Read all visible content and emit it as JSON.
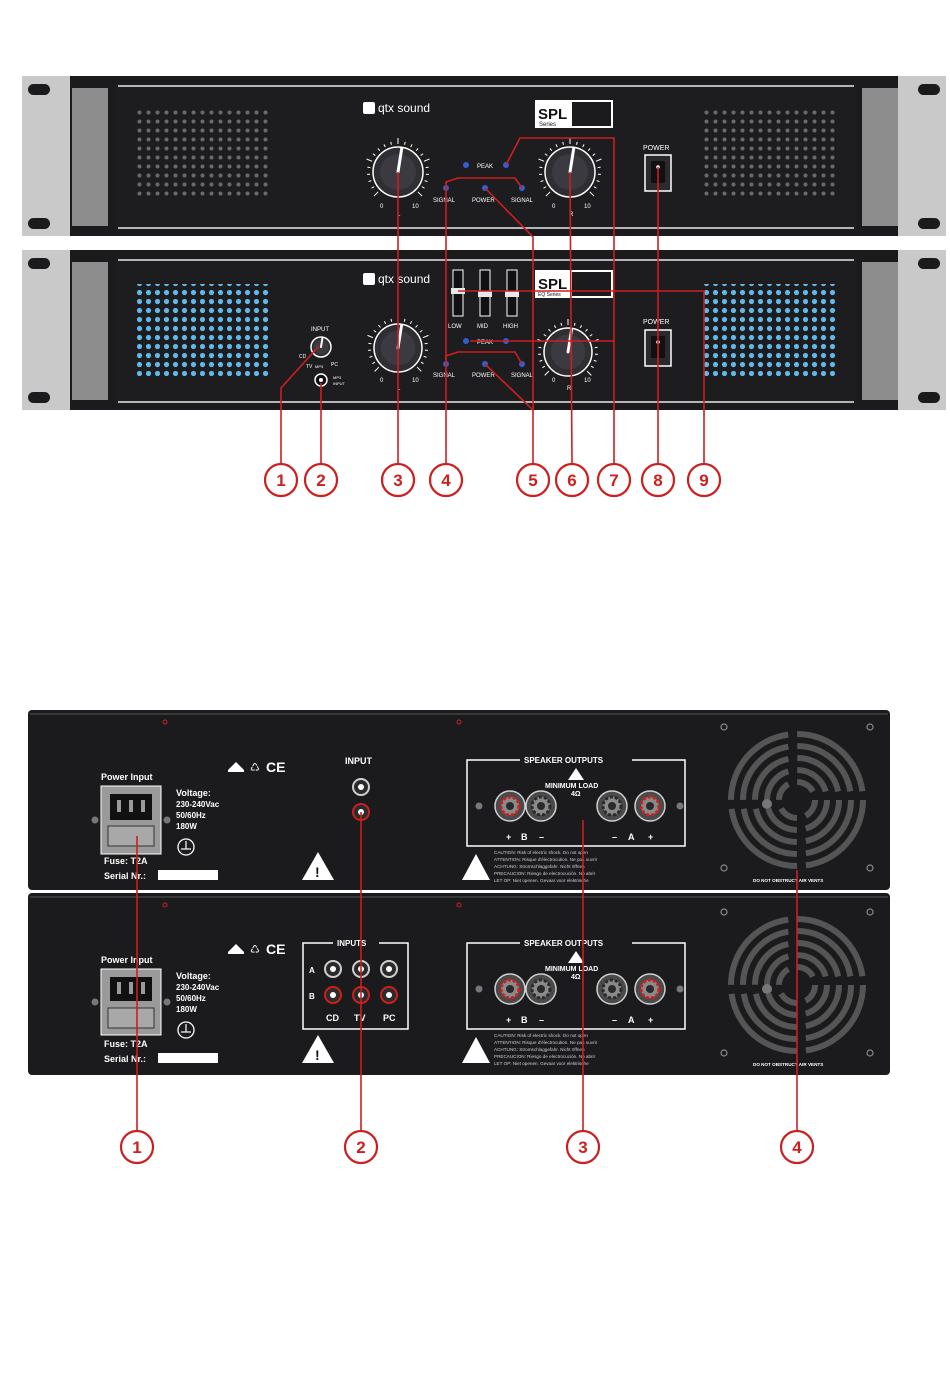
{
  "colors": {
    "panel": "#1b1b1d",
    "ear": "#c9c9c9",
    "handle": "#8d8d8d",
    "accent_red": "#cc1f1f",
    "led_blue": "#2f5fd0",
    "vent_blue": "#5fb8e8"
  },
  "icons": [
    "knob-icon",
    "led-icon",
    "power-switch-icon",
    "speaker-terminal-icon",
    "rca-jack-icon",
    "iec-socket-icon",
    "warning-triangle-icon",
    "fan-grille-icon",
    "ground-icon"
  ],
  "front": {
    "brand": "qtx sound",
    "series_logo": "SPL",
    "series_sub": "Series",
    "unit1": {
      "labels": {
        "peak": "PEAK",
        "signal_l": "SIGNAL",
        "power": "POWER",
        "signal_r": "SIGNAL",
        "channel_l": "L",
        "channel_r": "R",
        "min": "0",
        "max": "10",
        "power_switch": "POWER"
      }
    },
    "unit2": {
      "labels": {
        "peak": "PEAK",
        "signal_l": "SIGNAL",
        "power": "POWER",
        "signal_r": "SIGNAL",
        "channel_l": "L",
        "channel_r": "R",
        "min": "0",
        "max": "10",
        "power_switch": "POWER",
        "input": "INPUT",
        "cd": "CD",
        "tv": "TV",
        "mp3": "MP3",
        "pc": "PC",
        "mp3_input_1": "MP3",
        "mp3_input_2": "INPUT",
        "low": "LOW",
        "mid": "MID",
        "high": "HIGH",
        "series_sub": "EQ Series"
      }
    },
    "callouts": [
      "1",
      "2",
      "3",
      "4",
      "5",
      "6",
      "7",
      "8",
      "9"
    ]
  },
  "rear": {
    "unit1": {
      "power_input": "Power Input",
      "voltage": [
        "Voltage:",
        "230-240Vac",
        "50/60Hz",
        "180W"
      ],
      "fuse": "Fuse: T2A",
      "serial": "Serial Nr.:",
      "input": "INPUT",
      "speaker_outputs": "SPEAKER OUTPUTS",
      "minimum_load": "MINIMUM LOAD",
      "ohms": "4Ω",
      "terminals": [
        "+",
        "B",
        "–",
        "–",
        "A",
        "+"
      ],
      "warnings": [
        "CAUTION: Risk of electric shock. Do not open",
        "ATTENTION: Risque d'électrocution. Ne pas ouvrir",
        "ACHTUNG: Stromschlaggefahr. Nicht öffnen",
        "PRECAUCION: Riesgo de electrocución. No abrir",
        "LET OP: Niet openen. Gevaar voor elektrische"
      ],
      "vents": "DO NOT OBSTRUCT AIR VENTS",
      "cert": "CE"
    },
    "unit2": {
      "power_input": "Power Input",
      "voltage": [
        "Voltage:",
        "230-240Vac",
        "50/60Hz",
        "180W"
      ],
      "fuse": "Fuse: T2A",
      "serial": "Serial Nr.:",
      "inputs": "INPUTS",
      "row_a": "A",
      "row_b": "B",
      "cols": [
        "CD",
        "TV",
        "PC"
      ],
      "speaker_outputs": "SPEAKER OUTPUTS",
      "minimum_load": "MINIMUM LOAD",
      "ohms": "4Ω",
      "terminals": [
        "+",
        "B",
        "–",
        "–",
        "A",
        "+"
      ],
      "warnings": [
        "CAUTION: Risk of electric shock. Do not open",
        "ATTENTION: Risque d'électrocution. Ne pas ouvrir",
        "ACHTUNG: Stromschlaggefahr. Nicht öffnen",
        "PRECAUCION: Riesgo de electrocución. No abrir",
        "LET OP: Niet openen. Gevaar voor elektrische"
      ],
      "vents": "DO NOT OBSTRUCT AIR VENTS",
      "cert": "CE"
    },
    "callouts": [
      "1",
      "2",
      "3",
      "4"
    ]
  }
}
